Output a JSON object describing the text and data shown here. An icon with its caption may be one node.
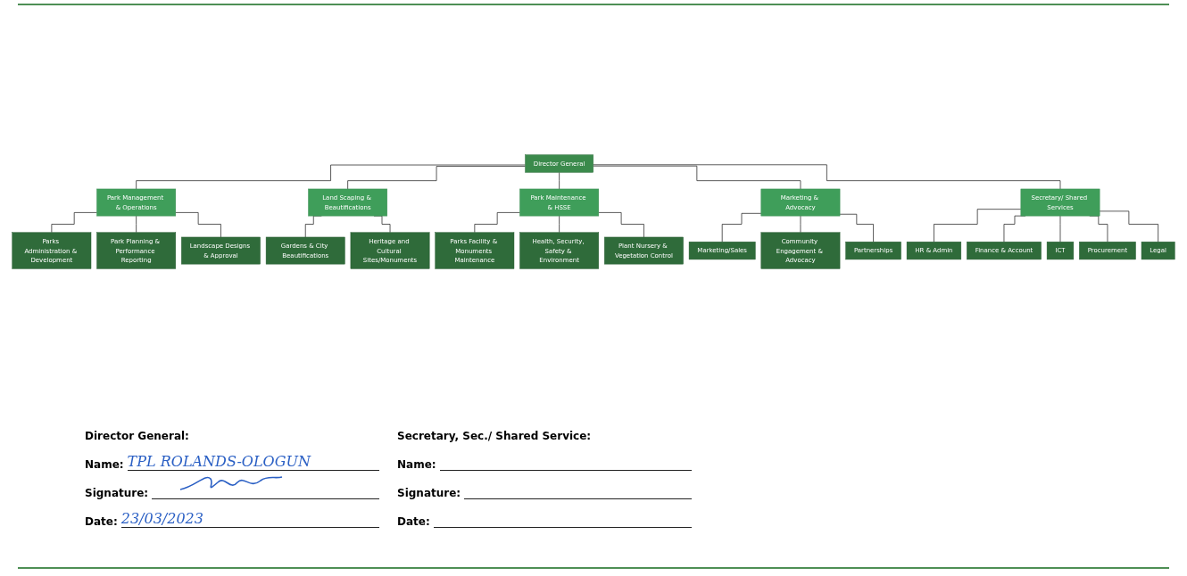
{
  "diagram": {
    "nodes": [
      {
        "text": [
          "Director General"
        ]
      },
      {
        "text": [
          "Park Management & Operations"
        ]
      },
      {
        "text": [
          "Parks Administration & Development"
        ]
      },
      {
        "text": [
          "Park Planning & Performance Reporting"
        ]
      },
      {
        "text": [
          "Landscape Designs & Approval"
        ]
      },
      {
        "text": [
          "Land Scaping & Beautifications"
        ]
      },
      {
        "text": [
          "Gardens & City Beautifications"
        ]
      },
      {
        "text": [
          "Heritage and Cultural Sites/Monuments"
        ]
      },
      {
        "text": [
          "Park Maintenance & HSSE"
        ]
      },
      {
        "text": [
          "Parks Facility & Monuments Maintenance"
        ]
      },
      {
        "text": [
          "Health, Security, Safety & Environment"
        ]
      },
      {
        "text": [
          "Plant Nursery & Vegetation Control"
        ]
      },
      {
        "text": [
          "Marketing & Advocacy"
        ]
      },
      {
        "text": [
          "Marketing/Sales"
        ]
      },
      {
        "text": [
          "Community Engagement & Advocacy"
        ]
      },
      {
        "text": [
          "Partnerships"
        ]
      },
      {
        "text": [
          "Secretary/ Shared Services"
        ]
      },
      {
        "text": [
          "HR & Admin"
        ]
      },
      {
        "text": [
          "Finance & Account"
        ]
      },
      {
        "text": [
          "ICT"
        ]
      },
      {
        "text": [
          "Procurement"
        ]
      },
      {
        "text": [
          "Legal"
        ]
      }
    ],
    "edges": [
      {
        "from": 0,
        "to": 1,
        "arrow": "none"
      },
      {
        "from": 0,
        "to": 5,
        "arrow": "none"
      },
      {
        "from": 0,
        "to": 8,
        "arrow": "none"
      },
      {
        "from": 0,
        "to": 12,
        "arrow": "none"
      },
      {
        "from": 0,
        "to": 16,
        "arrow": "none"
      },
      {
        "from": 1,
        "to": 2,
        "arrow": "none"
      },
      {
        "from": 1,
        "to": 3,
        "arrow": "none"
      },
      {
        "from": 1,
        "to": 4,
        "arrow": "none"
      },
      {
        "from": 5,
        "to": 6,
        "arrow": "none"
      },
      {
        "from": 5,
        "to": 7,
        "arrow": "none"
      },
      {
        "from": 8,
        "to": 9,
        "arrow": "none"
      },
      {
        "from": 8,
        "to": 10,
        "arrow": "none"
      },
      {
        "from": 8,
        "to": 11,
        "arrow": "none"
      },
      {
        "from": 12,
        "to": 13,
        "arrow": "none"
      },
      {
        "from": 12,
        "to": 14,
        "arrow": "none"
      },
      {
        "from": 12,
        "to": 15,
        "arrow": "none"
      },
      {
        "from": 16,
        "to": 17,
        "arrow": "none"
      },
      {
        "from": 16,
        "to": 18,
        "arrow": "none"
      },
      {
        "from": 16,
        "to": 19,
        "arrow": "none"
      },
      {
        "from": 16,
        "to": 20,
        "arrow": "none"
      },
      {
        "from": 16,
        "to": 21,
        "arrow": "none"
      }
    ],
    "labels": [
      "Director General:",
      "Secretary, Sec./ Shared Service:",
      "Name:",
      "TPL ROLANDS-OLOGUN",
      "Name:",
      "Signature:",
      "Signature:",
      "Date:",
      "23/03/2023",
      "Date:"
    ]
  }
}
